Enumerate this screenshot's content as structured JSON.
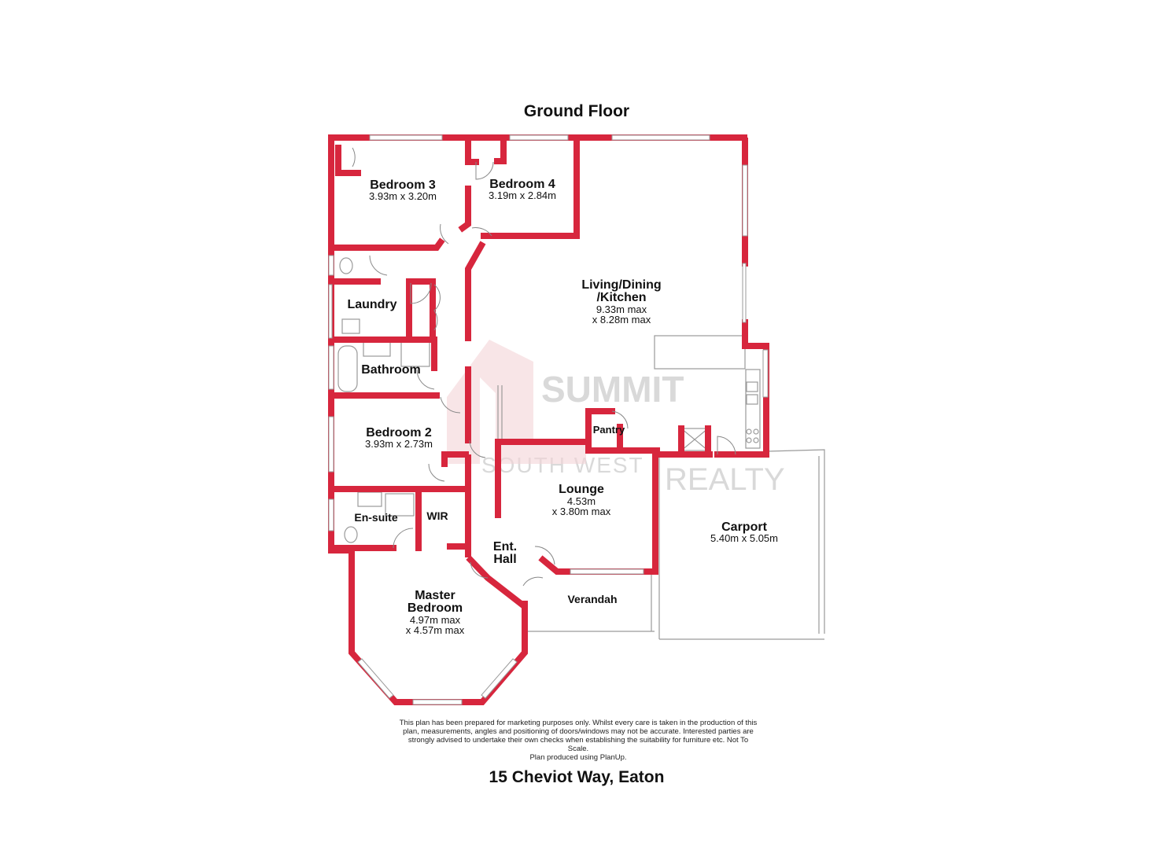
{
  "floor_title": "Ground Floor",
  "address": "15 Cheviot Way, Eaton",
  "disclaimer": "This plan has been prepared for marketing purposes only. Whilst every care is taken in the production of this plan, measurements, angles and positioning of doors/windows may not be accurate. Interested parties are strongly advised to undertake their own checks when establishing the suitability for furniture etc. Not To Scale.",
  "produced_by": "Plan produced using PlanUp.",
  "watermark": {
    "line1": "SUMMIT",
    "line2": "REALTY",
    "line3": "SOUTH WEST"
  },
  "colors": {
    "wall": "#d7263d",
    "watermark": "#d9d9d9"
  },
  "rooms": [
    {
      "name": "Bedroom 3",
      "dims": "3.93m x 3.20m"
    },
    {
      "name": "Bedroom 4",
      "dims": "3.19m x 2.84m"
    },
    {
      "name": "Living/Dining /Kitchen",
      "dims": "9.33m max",
      "dims2": "x 8.28m max"
    },
    {
      "name": "Laundry"
    },
    {
      "name": "Bathroom"
    },
    {
      "name": "Bedroom 2",
      "dims": "3.93m x 2.73m"
    },
    {
      "name": "Pantry"
    },
    {
      "name": "Lounge",
      "dims": "4.53m",
      "dims2": "x 3.80m max"
    },
    {
      "name": "Carport",
      "dims": "5.40m x 5.05m"
    },
    {
      "name": "En-suite"
    },
    {
      "name": "WIR"
    },
    {
      "name": "Ent. Hall"
    },
    {
      "name": "Master Bedroom",
      "dims": "4.97m max",
      "dims2": "x 4.57m max"
    },
    {
      "name": "Verandah"
    }
  ]
}
